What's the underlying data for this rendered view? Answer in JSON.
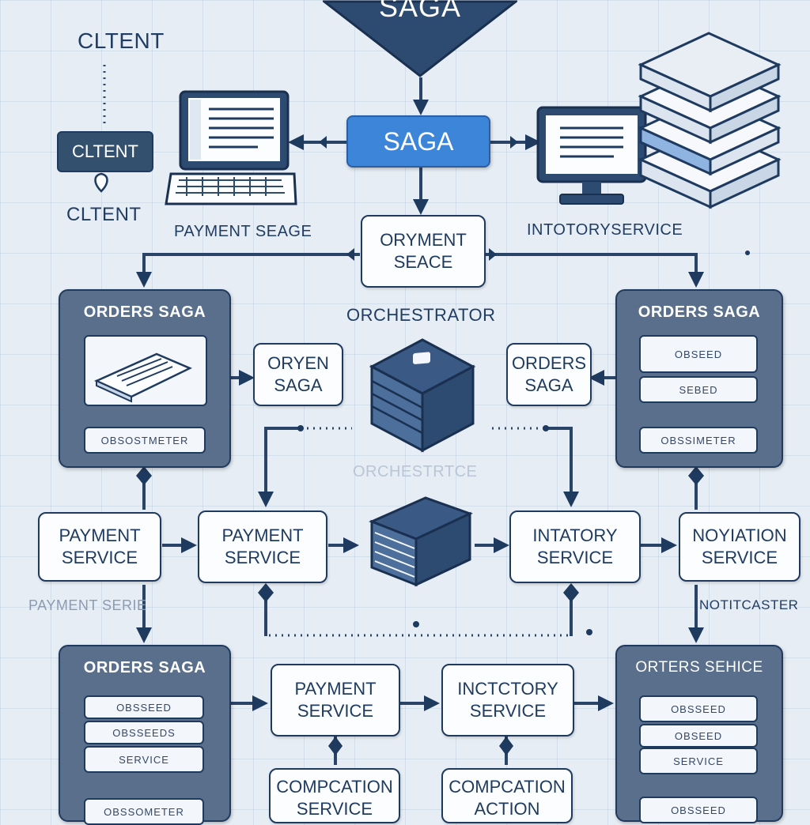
{
  "top": {
    "title": "SAGA"
  },
  "client": {
    "heading": "CLTENT",
    "box_label": "CLTENT",
    "caption": "CLTENT"
  },
  "hub": {
    "label": "SAGA"
  },
  "captions": {
    "payment_seage": "PAYMENT SEAGE",
    "inventory": "INTOTORYSERVICE",
    "orchestrator": "ORCHESTRATOR",
    "orchestrator_faded": "ORCHESTRTCE",
    "payment_serie": "PAYMENT SERIE",
    "notitcaster": "NOTITCASTER"
  },
  "oryment_box": {
    "line1": "ORYMENT",
    "line2": "SEACE"
  },
  "panels": {
    "left_top": {
      "title": "ORDERS SAGA",
      "slots": [
        "OBSOSTMETER"
      ]
    },
    "right_top": {
      "title": "ORDERS SAGA",
      "slots": [
        "OBSEED",
        "SEBED",
        "OBSSIMETER"
      ]
    },
    "left_bottom": {
      "title": "ORDERS SAGA",
      "slots": [
        "OBSSEED",
        "OBSSEEDS",
        "SERVICE",
        "OBSSOMETER"
      ]
    },
    "right_bottom": {
      "title": "ORTERS SEHICE",
      "slots": [
        "OBSSEED",
        "OBSEED",
        "SERVICE",
        "OBSSEED"
      ]
    }
  },
  "mid_boxes": {
    "oryen_saga": {
      "line1": "ORYEN",
      "line2": "SAGA"
    },
    "orders_saga": {
      "line1": "ORDERS",
      "line2": "SAGA"
    }
  },
  "row_services": [
    {
      "line1": "PAYMENT",
      "line2": "SERVICE"
    },
    {
      "line1": "PAYMENT",
      "line2": "SERVICE"
    },
    {
      "line1": "INTATORY",
      "line2": "SERVICE"
    },
    {
      "line1": "NOYIATION",
      "line2": "SERVICE"
    }
  ],
  "bottom_services": {
    "payment": {
      "line1": "PAYMENT",
      "line2": "SERVICE"
    },
    "inventory": {
      "line1": "INCTCTORY",
      "line2": "SERVICE"
    },
    "comp_service": {
      "line1": "COMPCATION",
      "line2": "SERVICE"
    },
    "comp_action": {
      "line1": "COMPCATION",
      "line2": "ACTION"
    }
  },
  "colors": {
    "navy": "#1f3a5f",
    "accent_blue": "#3d85d8",
    "panel": "#5a6f8c",
    "background": "#e6edf4"
  }
}
